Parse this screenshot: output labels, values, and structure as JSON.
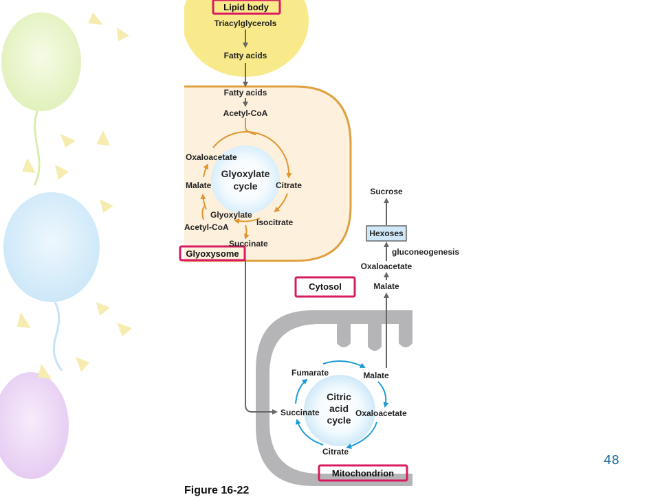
{
  "lipid_body": {
    "title": "Lipid body",
    "triacylglycerols": "Triacylglycerols",
    "fatty_acids": "Fatty acids"
  },
  "glyoxysome": {
    "title": "Glyoxysome",
    "fatty_acids": "Fatty acids",
    "acetyl_coa_top": "Acetyl-CoA",
    "cycle_line1": "Glyoxylate",
    "cycle_line2": "cycle",
    "oxaloacetate": "Oxaloacetate",
    "malate": "Malate",
    "citrate": "Citrate",
    "glyoxylate": "Glyoxylate",
    "isocitrate": "Isocitrate",
    "acetyl_coa_bottom": "Acetyl-CoA",
    "succinate": "Succinate"
  },
  "cytosol": {
    "title": "Cytosol",
    "sucrose": "Sucrose",
    "hexoses": "Hexoses",
    "gluconeogenesis": "gluconeogenesis",
    "oxaloacetate": "Oxaloacetate",
    "malate": "Malate"
  },
  "mitochondrion": {
    "title": "Mitochondrion",
    "cycle_line1": "Citric",
    "cycle_line2": "acid",
    "cycle_line3": "cycle",
    "fumarate": "Fumarate",
    "malate": "Malate",
    "succinate": "Succinate",
    "oxaloacetate": "Oxaloacetate",
    "citrate": "Citrate"
  },
  "figure_caption": "Figure 16-22",
  "page_number": "48",
  "colors": {
    "highlight_box": "#d81b60",
    "lipid_body_fill": "#f8e98a",
    "glyoxysome_fill": "#fdf0dd",
    "glyoxysome_border": "#e0a040",
    "cycle_orange": "#e0952e",
    "cycle_blue": "#1c9ad6",
    "mito_gray": "#b5b5b8",
    "arrow_gray": "#666666",
    "page_number": "#1f6f9f"
  }
}
